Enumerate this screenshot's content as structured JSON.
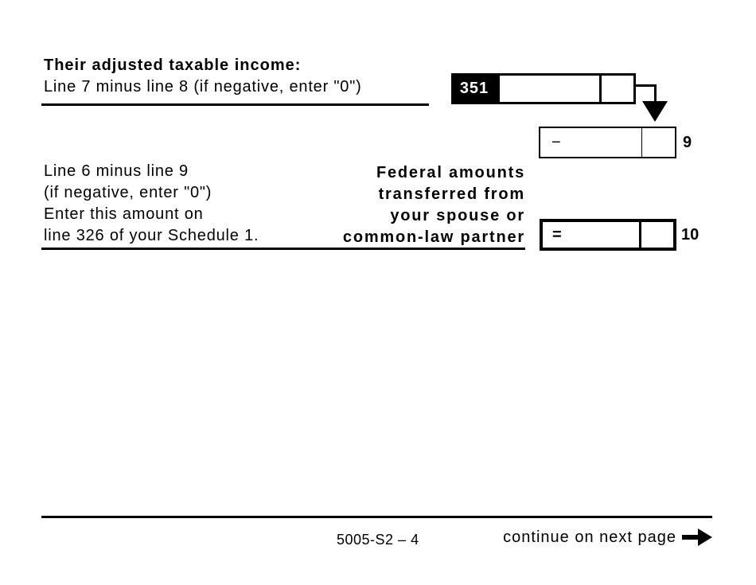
{
  "income_section": {
    "title": "Their adjusted taxable income:",
    "instruction": "Line 7 minus line 8 (if negative, enter \"0\")",
    "field_code": "351",
    "field_value": "",
    "field_cents_value": ""
  },
  "row9": {
    "operator": "−",
    "value": "",
    "cents_value": "",
    "line_number": "9"
  },
  "transfer_section": {
    "left_lines": [
      "Line 6 minus line 9",
      "(if negative, enter \"0\")",
      "Enter this amount on",
      "line 326 of your Schedule 1."
    ],
    "right_label_lines": [
      "Federal amounts",
      "transferred from",
      "your spouse or",
      "common-law partner"
    ]
  },
  "row10": {
    "operator": "=",
    "value": "",
    "cents_value": "",
    "line_number": "10"
  },
  "footer": {
    "page_id": "5005-S2 – 4",
    "continue_text": "continue on next page"
  },
  "colors": {
    "ink": "#000000",
    "paper": "#ffffff"
  }
}
